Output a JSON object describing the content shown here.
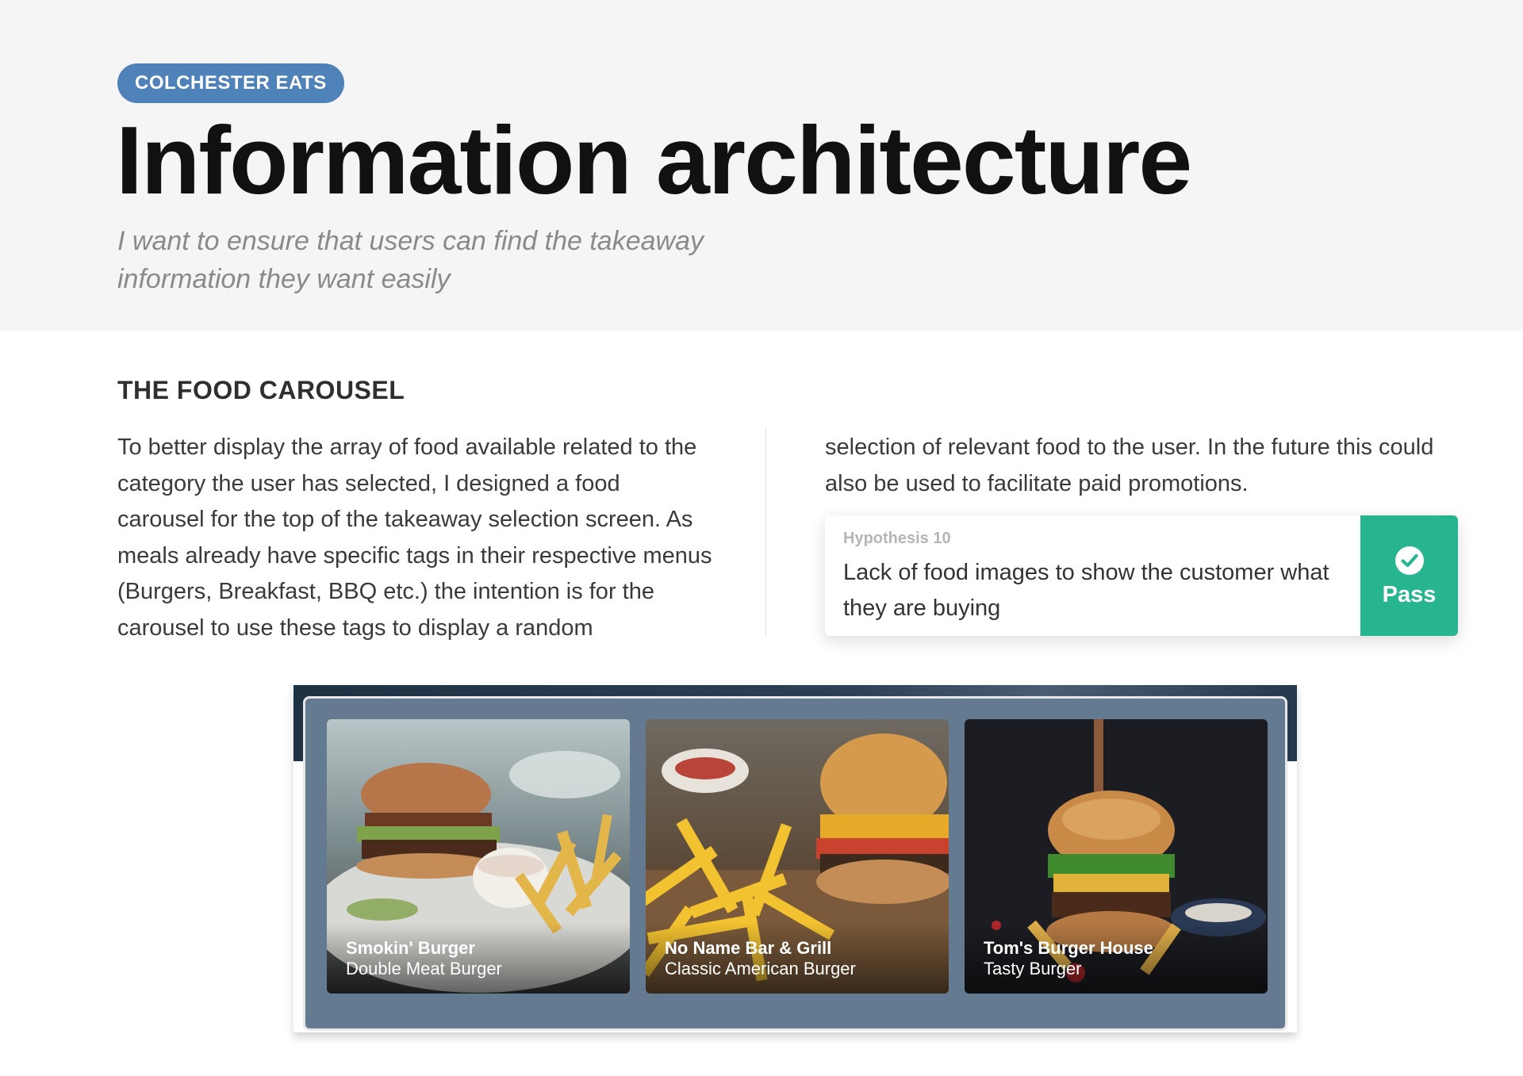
{
  "hero": {
    "badge": "COLCHESTER EATS",
    "title": "Information architecture",
    "subtitle": "I want to ensure that users can find the takeaway information they want easily"
  },
  "section": {
    "title": "THE FOOD CAROUSEL",
    "left_text": "To better display the array of food available related to the category the user has selected, I designed a food carousel for the top of the takeaway selection screen. As meals already have specific tags in their respective menus (Burgers, Breakfast, BBQ etc.) the intention is for the carousel to use these tags to display a random",
    "right_text": "selection of relevant food to the user. In the future this could also be used to facilitate paid promotions."
  },
  "hypothesis": {
    "label": "Hypothesis 10",
    "text": "Lack of food images to show the customer what they are buying",
    "status": "Pass",
    "status_icon": "check-circle-icon",
    "status_color": "#27b590"
  },
  "carousel": {
    "cards": [
      {
        "name": "Smokin' Burger",
        "description": "Double Meat Burger",
        "image": "burger-and-fries-photo"
      },
      {
        "name": "No Name Bar & Grill",
        "description": "Classic American Burger",
        "image": "burger-with-fries-photo"
      },
      {
        "name": "Tom's Burger House",
        "description": "Tasty Burger",
        "image": "stacked-burger-photo"
      }
    ]
  },
  "colors": {
    "badge": "#4f82b8",
    "hero_background": "#f5f5f5",
    "carousel_panel": "#647a91"
  }
}
